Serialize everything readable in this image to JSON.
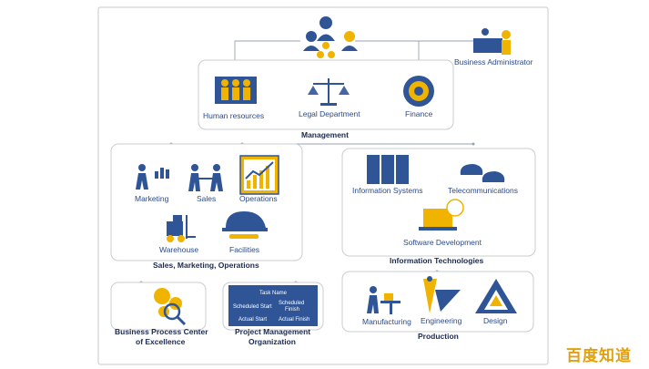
{
  "top": {
    "business_admin": "Business Administrator",
    "human_resources": "Human resources",
    "legal_department": "Legal Department",
    "finance": "Finance",
    "management": "Management"
  },
  "smo": {
    "marketing": "Marketing",
    "sales": "Sales",
    "operations": "Operations",
    "warehouse": "Warehouse",
    "facilities": "Facilities",
    "title": "Sales, Marketing, Operations"
  },
  "it": {
    "information_systems": "Information Systems",
    "telecommunications": "Telecommunications",
    "software_development": "Software Development",
    "title": "Information Technologies"
  },
  "bpce": {
    "title_line1": "Business Process Center",
    "title_line2": "of Excellence"
  },
  "pmo": {
    "cards": {
      "task_name": "Task Name",
      "scheduled_start": "Scheduled Start",
      "scheduled_finish_1": "Scheduled",
      "scheduled_finish_2": "Finish",
      "actual_start": "Actual Start",
      "actual_finish": "Actual Finish"
    },
    "title_line1": "Project Management",
    "title_line2": "Organization"
  },
  "production": {
    "manufacturing": "Manufacturing",
    "engineering": "Engineering",
    "design": "Design",
    "title": "Production"
  },
  "watermark": "百度知道",
  "colors": {
    "accent_blue": "#2f5597",
    "accent_gold": "#f0b400",
    "frame": "#c6c9ce"
  }
}
